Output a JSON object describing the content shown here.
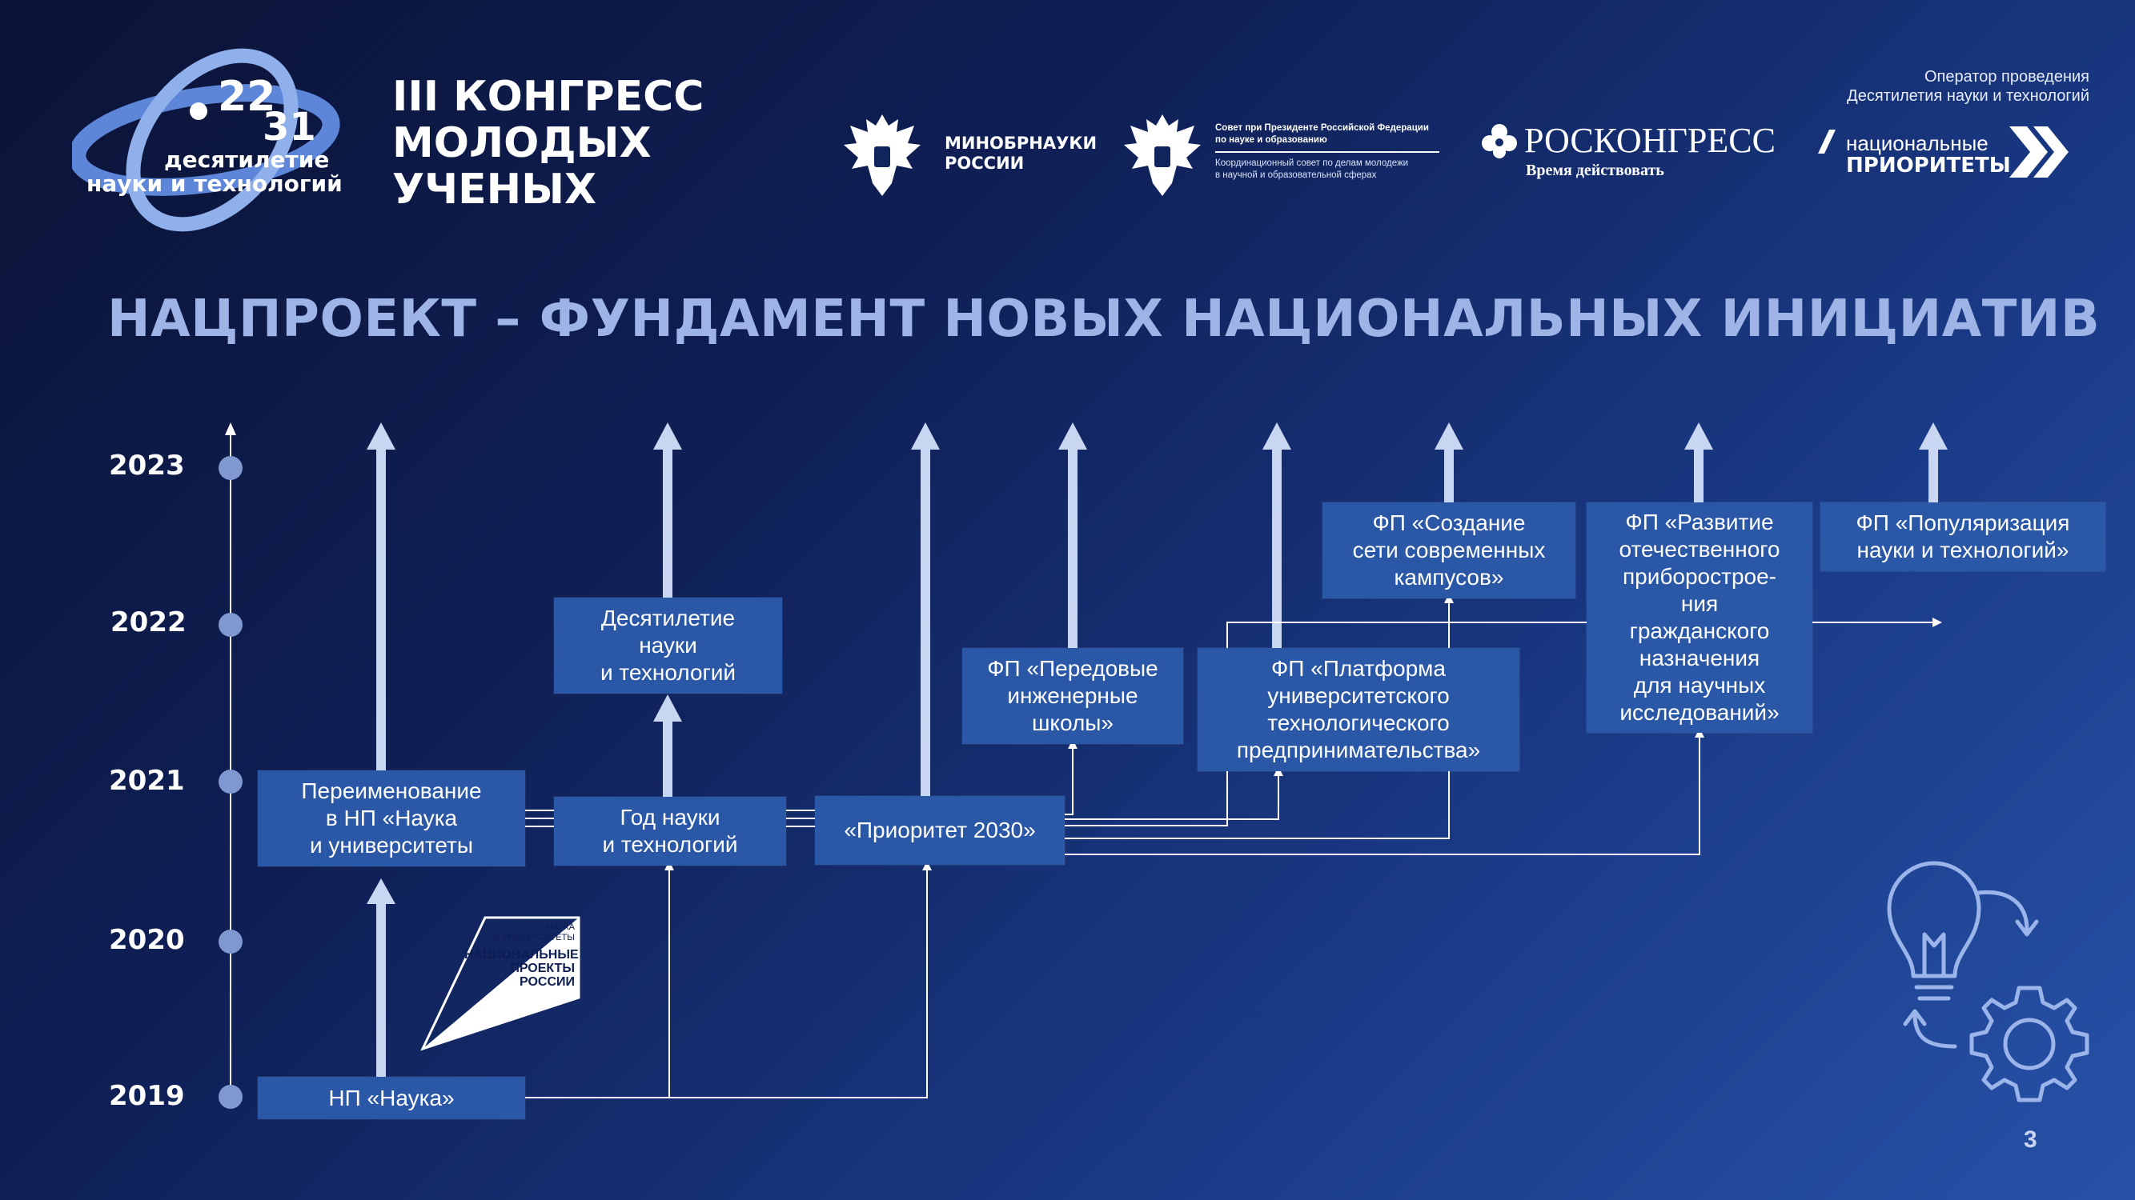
{
  "header": {
    "decade_logo": {
      "n1": "22",
      "n2": "31",
      "line1": "десятилетие",
      "line2": "науки и технологий"
    },
    "congress_title": [
      "III КОНГРЕСС",
      "МОЛОДЫХ",
      "УЧЕНЫХ"
    ],
    "minobr": [
      "МИНОБРНАУКИ",
      "РОССИИ"
    ],
    "council": {
      "top": [
        "Совет при Президенте Российской Федерации",
        "по науке и образованию"
      ],
      "bottom": [
        "Координационный совет по делам молодежи",
        "в научной и образовательной сферах"
      ]
    },
    "roscongress": {
      "name": "РОСКОНГРЕСС",
      "tagline": "Время действовать"
    },
    "operator": [
      "Оператор проведения",
      "Десятилетия науки и технологий"
    ],
    "natpriority": [
      "национальные",
      "ПРИОРИТЕТЫ"
    ]
  },
  "main_title": "НАЦПРОЕКТ – ФУНДАМЕНТ НОВЫХ НАЦИОНАЛЬНЫХ ИНИЦИАТИВ",
  "timeline_years": [
    "2023",
    "2022",
    "2021",
    "2020",
    "2019"
  ],
  "boxes": {
    "np_science": "НП «Наука»",
    "rename": "Переименование\nв НП «Наука\nи университеты",
    "year_science": "Год науки\nи технологий",
    "decade": "Десятилетие\nнауки\nи технологий",
    "priority": "«Приоритет 2030»",
    "engineering": "ФП «Передовые\nинженерные\nшколы»",
    "platform": "ФП «Платформа\nуниверситетского\nтехнологического\nпредпринимательства»",
    "campus": "ФП «Создание\nсети современных\nкампусов»",
    "instrument": "ФП «Развитие\nотечественного\nприборострое-\nния\nгражданского\nназначения\nдля научных\nисследований»",
    "popularization": "ФП «Популяризация\nнауки и технологий»"
  },
  "np_badge": [
    "НАУКА",
    "И УНИВЕРСИТЕТЫ",
    "НАЦИОНАЛЬНЫЕ",
    "ПРОЕКТЫ",
    "РОССИИ"
  ],
  "page_number": "3",
  "colors": {
    "background": "#0f1f55",
    "box": "#2a57a6",
    "title": "#9fb4e6",
    "arrow": "#c9d6f2",
    "dot": "#7f99d0"
  }
}
